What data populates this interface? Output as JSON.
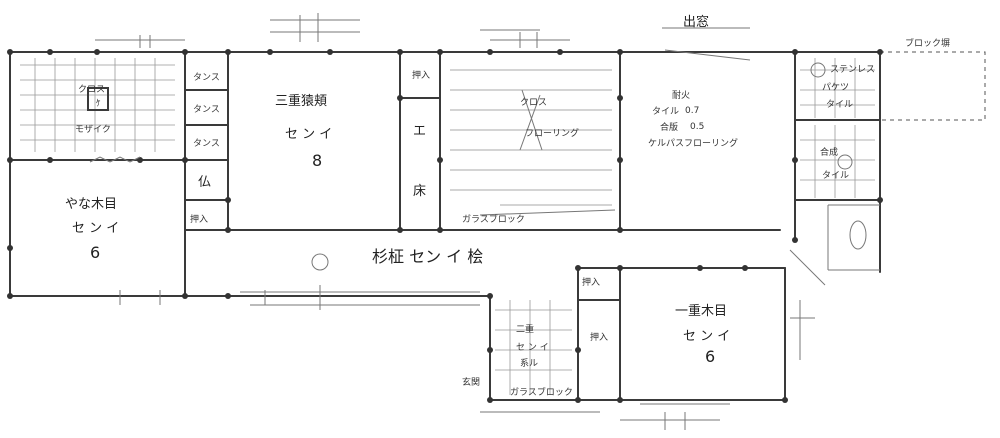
{
  "top_labels": {
    "window": "出窓",
    "block_wall": "ブロック塀"
  },
  "rooms": {
    "mosaic_room": {
      "finish": "クロス",
      "sub": "モザイク",
      "mark": "ｹ"
    },
    "tatami_3": {
      "name": "三重猿頬",
      "finish": "セ ン イ",
      "number": "8"
    },
    "tansu": [
      "タンス",
      "タンス",
      "タンス"
    ],
    "butsu": "仏",
    "oshiire_left": "押入",
    "tokonoma": {
      "e": "エ",
      "floor": "床"
    },
    "oshiire_top": "押入",
    "cloth_room": {
      "finish": "クロス",
      "floor": "フローリング"
    },
    "glass_block_1": "ガラスブロック",
    "kitchen": {
      "line1": "耐火",
      "line2": "タイル",
      "line3": "合版",
      "line4": "ケルパスフローリング"
    },
    "bath": {
      "line1": "ステンレス",
      "line2": "パケツ",
      "line3": "タイル"
    },
    "toilet": {
      "line1": "合成",
      "line2": "タイル"
    },
    "yasei_room": {
      "name": "やな木目",
      "finish": "セ ン イ",
      "number": "6"
    },
    "corridor": {
      "name": "杉柾 セン イ 桧"
    },
    "lower_left": {
      "name": "二重",
      "finish": "セ ン イ",
      "sub": "系ル"
    },
    "lower_oshiire": [
      "押入",
      "押入"
    ],
    "ittai": {
      "name": "一重木目",
      "finish": "セ ン イ",
      "number": "6"
    },
    "glass_block_2": "ガラスブロック",
    "entrance": "玄関",
    "dim_marks": [
      "0.7",
      "0.5"
    ]
  },
  "colors": {
    "wall": "#3a3a3a",
    "pencil": "#777777"
  }
}
